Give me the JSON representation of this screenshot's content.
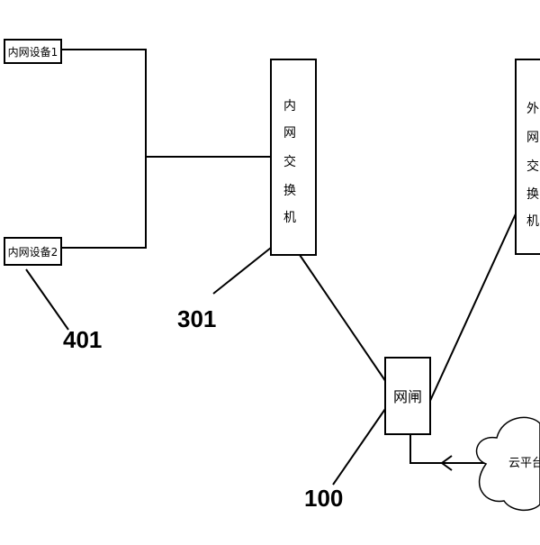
{
  "nodes": {
    "device1": "内网设备1",
    "device2": "内网设备2",
    "internal_switch": [
      "内",
      "网",
      "交",
      "换",
      "机"
    ],
    "external_switch": [
      "外",
      "网",
      "交",
      "换",
      "机"
    ],
    "gateway": "网闸",
    "cloud": "云平台"
  },
  "refs": {
    "r401": "401",
    "r301": "301",
    "r100": "100"
  }
}
